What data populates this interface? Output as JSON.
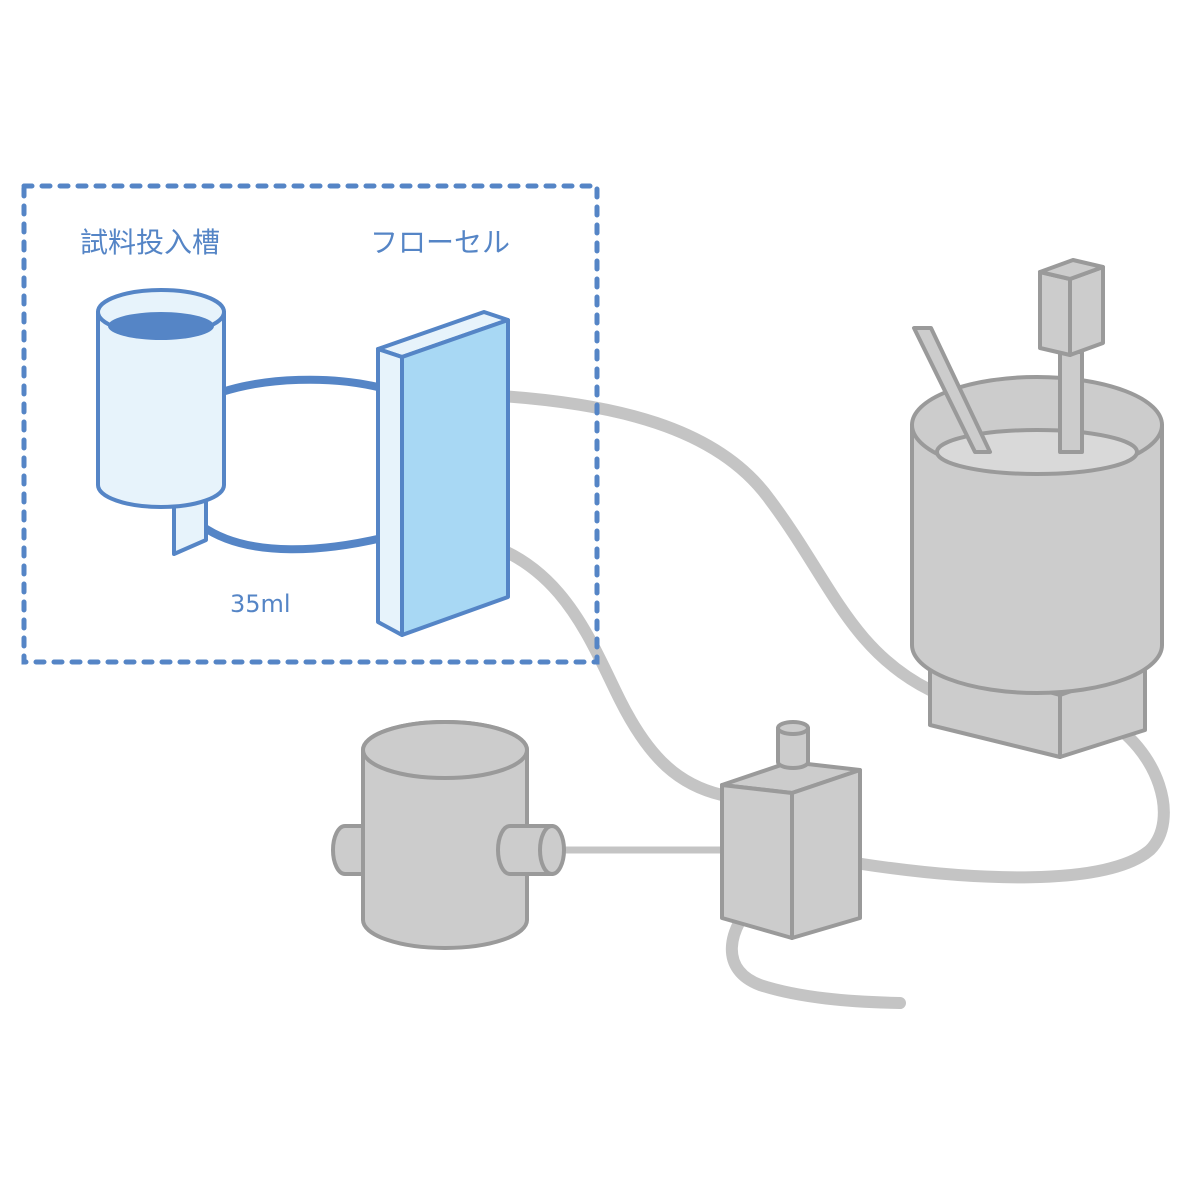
{
  "labels": {
    "sample_tank": "試料投入槽",
    "flow_cell": "フローセル",
    "volume": "35ml"
  },
  "colors": {
    "highlight": "#5585c6",
    "tank_fill": "#e7f3fb",
    "tank_liquid": "#5585c6",
    "cell_fill": "#a8d8f4",
    "equipment_fill": "#cccccc",
    "equipment_stroke": "#9a9a9a",
    "tube": "#c4c4c4"
  }
}
